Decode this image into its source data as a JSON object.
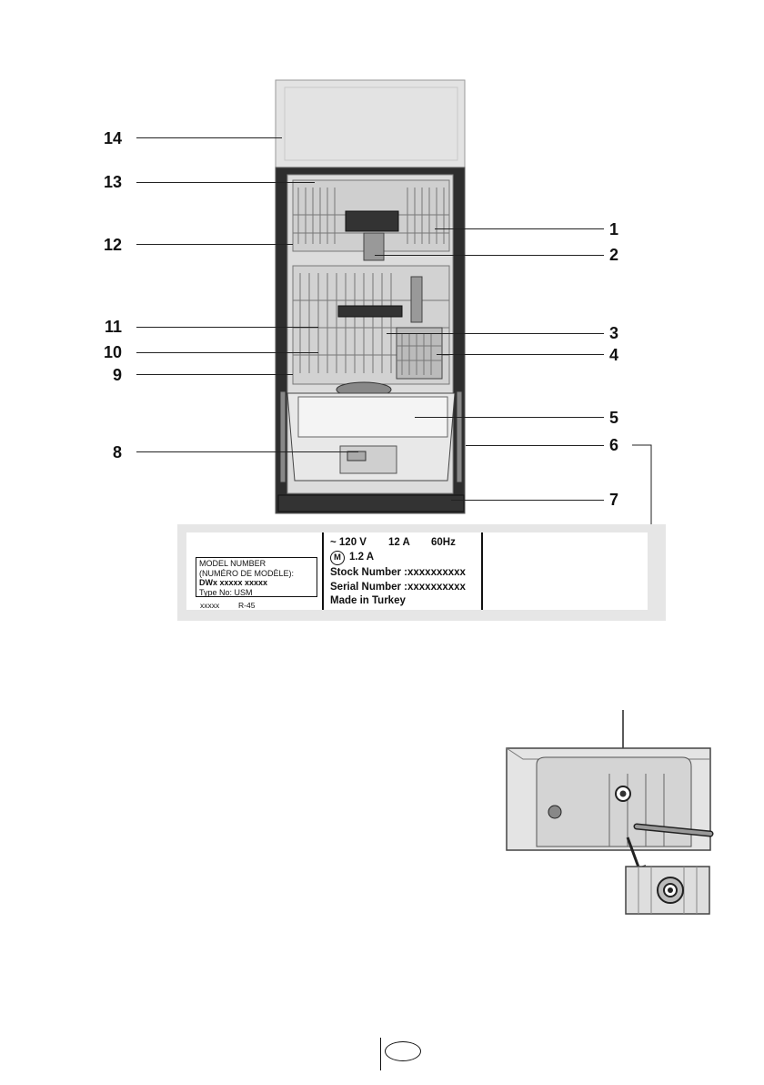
{
  "diagram": {
    "callouts_left": [
      "14",
      "13",
      "12",
      "11",
      "10",
      "9",
      "8"
    ],
    "callouts_right": [
      "1",
      "2",
      "3",
      "4",
      "5",
      "6",
      "7"
    ]
  },
  "rating_plate": {
    "model_label_1": "MODEL NUMBER",
    "model_label_2": "(NUMÉRO DE MODÈLE):",
    "model_value": "DWx xxxxx xxxxx",
    "type_no": "Type No: USM",
    "footer_code": "xxxxx",
    "footer_ref": "R-45",
    "voltage": "~ 120 V",
    "current": "12 A",
    "frequency": "60Hz",
    "motor_symbol": "M",
    "motor_current": "1.2 A",
    "stock_number": "Stock Number :xxxxxxxxxx",
    "serial_number": "Serial Number :xxxxxxxxxx",
    "origin": "Made in Turkey"
  },
  "colors": {
    "plate_bg": "#e6e6e6",
    "cabinet_dark": "#2a2a2a",
    "top_panel": "#e3e3e3"
  }
}
